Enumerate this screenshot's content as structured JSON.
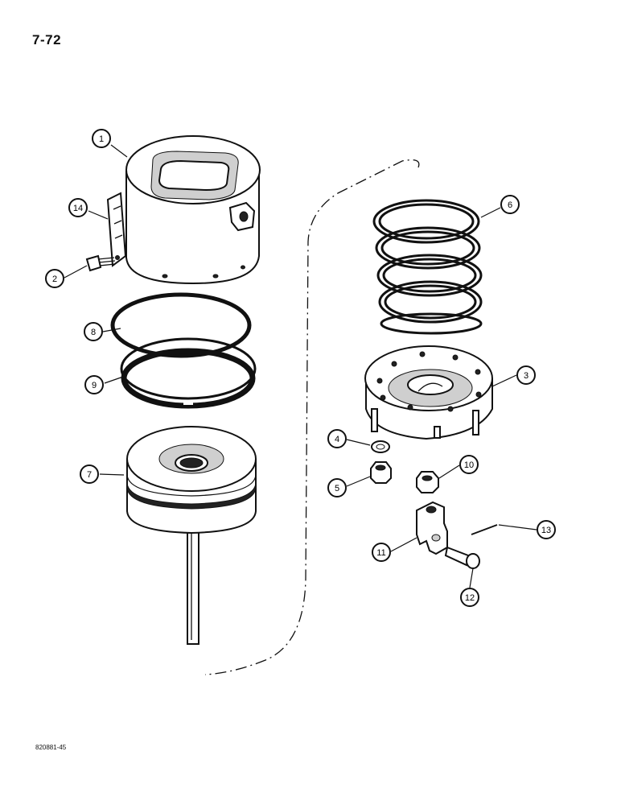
{
  "page_number": "7-72",
  "figure_code": "820881-45",
  "callouts": [
    "1",
    "2",
    "3",
    "4",
    "5",
    "6",
    "7",
    "8",
    "9",
    "10",
    "11",
    "12",
    "13",
    "14"
  ]
}
